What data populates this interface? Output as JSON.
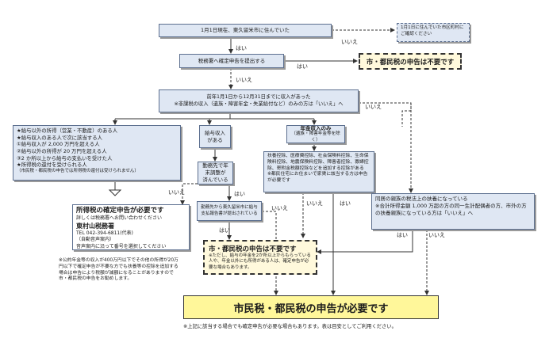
{
  "nodes": {
    "q1": "1月1日現在、東久留米市に住んでいた",
    "q1_no_note": "1月1日に住んでいた市区町村にご確認ください",
    "q2": "税務署へ確定申告を提出する",
    "q3": [
      "前年1月1日から12月31日までに収入があった",
      "※非課税の収入（遺族・障害年金・失業給付など）のみの方は「いいえ」へ"
    ],
    "left_box": [
      "★給与以外の所得（営業・不動産）のある人",
      "★給与収入のある人で次に該当する人",
      "①給与収入が 2,000 万円を超える人",
      "②給与以外の所得が 20 万円を超える人",
      "③2 か所以上から給与の支払いを受けた人",
      "★所得税の還付を受けられる人",
      "（市民税・都民税の申告では所得税の還付は受けられません）"
    ],
    "salary_only": "給与収入がある",
    "nenmatsu": [
      "勤務先で年末調整が",
      "済んでいる"
    ],
    "payment_report": [
      "勤務先から東久留米市に給与",
      "支払報告書が提出されている"
    ],
    "pension_only": [
      "年金収入のみ",
      "（遺族・障害年金等を除く）"
    ],
    "deduction_box": [
      "扶養控除、医療費控除、社会保険料控除、生命保険料控除、地震保険料控除、障害者控除、寡婦控除、寄附金税額控除などを追加する控除がある",
      "※都民住宅にお住まいで家賃に該当する方は申告が必要です"
    ],
    "dependent_box": [
      "同居の親族の税法上の扶養になっている",
      "※合計所得金額 1,000 万超の方の同一生計配偶者の方、市外の方の扶養親族になっている方は「いいえ」へ"
    ],
    "tax_office": {
      "title": "所得税の確定申告が必要です",
      "sub": "詳しくは税務署へお問い合わせください",
      "office": "東村山税務署",
      "tel": "TEL 042-394-6811(代表)",
      "line2": "（自動音声案内）",
      "line3": "音声案内に沿って番号を選択してください"
    },
    "bottom_note": "※公的年金等の収入が400万円以下でその他の所得が20万円以下で確定申告が不要な方でも扶養等の控除を追加する場合は申告により税額が減額になることがありますので市・都民税の申告をお勧めします。"
  },
  "results": {
    "not_required": "市・都民税の申告は不要です",
    "not_required_note": "※ただし、給与の年金を2か所以上からもらっている人や、年金以外にも所得がある人は、確定申告が必要な場合もあります。",
    "required": "市民税・都民税の申告が必要です",
    "footer": "※上記に該当する場合でも確定申告が必要な場合もあります。表は目安としてご利用ください。"
  },
  "labels": {
    "yes": "はい",
    "no": "いいえ"
  }
}
